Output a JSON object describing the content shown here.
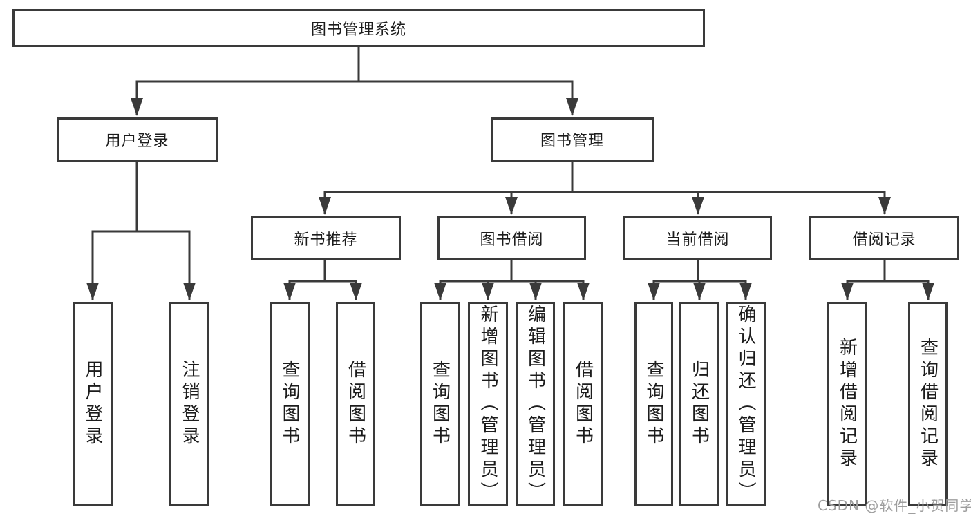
{
  "diagram_type": "hierarchy-tree",
  "colors": {
    "line": "#3a3a3a",
    "box_border": "#3a3a3a",
    "text": "#1c1c1c",
    "background": "#ffffff",
    "watermark": "#9e9e9e"
  },
  "tree": {
    "label": "图书管理系统",
    "children": [
      {
        "label": "用户登录",
        "children": [
          {
            "label": "用户登录"
          },
          {
            "label": "注销登录"
          }
        ]
      },
      {
        "label": "图书管理",
        "children": [
          {
            "label": "新书推荐",
            "children": [
              {
                "label": "查询图书"
              },
              {
                "label": "借阅图书"
              }
            ]
          },
          {
            "label": "图书借阅",
            "children": [
              {
                "label": "查询图书"
              },
              {
                "label": "新增图书（管理员）"
              },
              {
                "label": "编辑图书（管理员）"
              },
              {
                "label": "借阅图书"
              }
            ]
          },
          {
            "label": "当前借阅",
            "children": [
              {
                "label": "查询图书"
              },
              {
                "label": "归还图书"
              },
              {
                "label": "确认归还（管理员）"
              }
            ]
          },
          {
            "label": "借阅记录",
            "children": [
              {
                "label": "新增借阅记录"
              },
              {
                "label": "查询借阅记录"
              }
            ]
          }
        ]
      }
    ]
  },
  "watermark": "CSDN @软件_小贺同学"
}
